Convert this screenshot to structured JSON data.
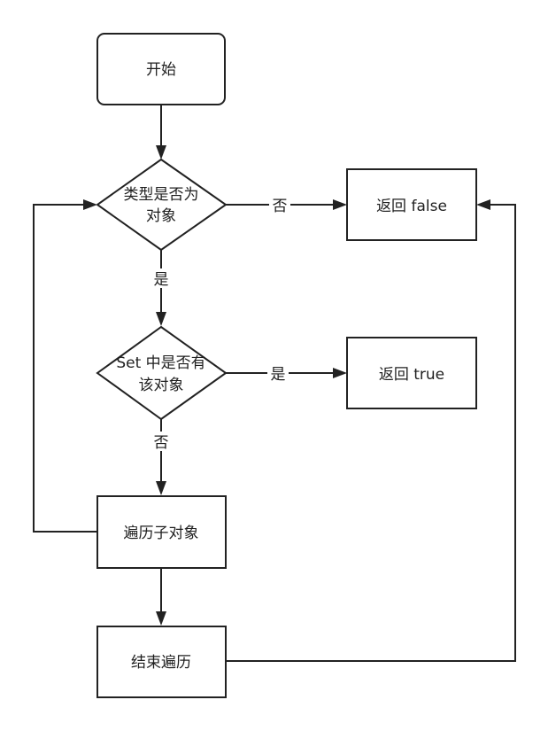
{
  "nodes": {
    "start": "开始",
    "is_object": [
      "类型是否为",
      "对象"
    ],
    "return_false": "返回 false",
    "set_has": [
      "Set 中是否有",
      "该对象"
    ],
    "return_true": "返回 true",
    "traverse_children": "遍历子对象",
    "end_traverse": "结束遍历"
  },
  "edge_labels": {
    "is_object_no": "否",
    "is_object_yes": "是",
    "set_has_yes": "是",
    "set_has_no": "否"
  },
  "colors": {
    "stroke": "#222222",
    "fill": "#ffffff",
    "text": "#1f1f1f"
  }
}
